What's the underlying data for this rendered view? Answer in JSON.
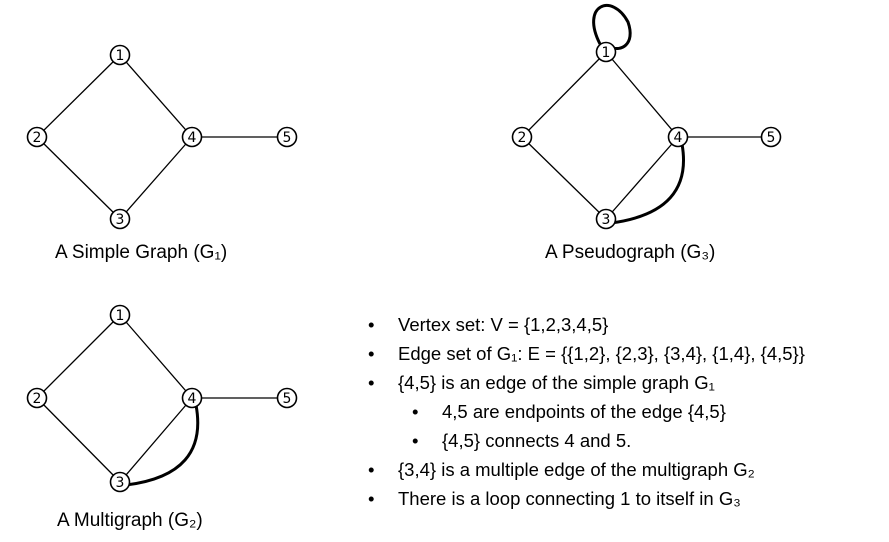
{
  "captions": {
    "g1": "A Simple Graph (G₁)",
    "g3": "A Pseudograph (G₃)",
    "g2": "A Multigraph (G₂)"
  },
  "vertex_labels": [
    "1",
    "2",
    "3",
    "4",
    "5"
  ],
  "graphs": {
    "g1": {
      "edges": [
        [
          "1",
          "2"
        ],
        [
          "2",
          "3"
        ],
        [
          "3",
          "4"
        ],
        [
          "1",
          "4"
        ],
        [
          "4",
          "5"
        ]
      ]
    },
    "g3": {
      "edges": [
        [
          "1",
          "2"
        ],
        [
          "2",
          "3"
        ],
        [
          "3",
          "4"
        ],
        [
          "1",
          "4"
        ],
        [
          "4",
          "5"
        ],
        [
          "3",
          "4"
        ],
        [
          "1",
          "1"
        ]
      ]
    },
    "g2": {
      "edges": [
        [
          "1",
          "2"
        ],
        [
          "2",
          "3"
        ],
        [
          "3",
          "4"
        ],
        [
          "1",
          "4"
        ],
        [
          "4",
          "5"
        ],
        [
          "3",
          "4"
        ]
      ]
    }
  },
  "bullets": [
    {
      "level": 1,
      "text": "Vertex set: V = {1,2,3,4,5}"
    },
    {
      "level": 1,
      "text": "Edge set of  G₁: E = {{1,2}, {2,3}, {3,4}, {1,4}, {4,5}}"
    },
    {
      "level": 1,
      "text": "{4,5} is an edge of the simple graph G₁"
    },
    {
      "level": 2,
      "text": "4,5 are endpoints of the edge {4,5}"
    },
    {
      "level": 2,
      "text": "{4,5} connects 4 and 5."
    },
    {
      "level": 1,
      "text": "{3,4} is a multiple edge of the multigraph G₂"
    },
    {
      "level": 1,
      "text": "There is a loop connecting 1 to itself in G₃"
    }
  ],
  "bullet_symbol": "•"
}
